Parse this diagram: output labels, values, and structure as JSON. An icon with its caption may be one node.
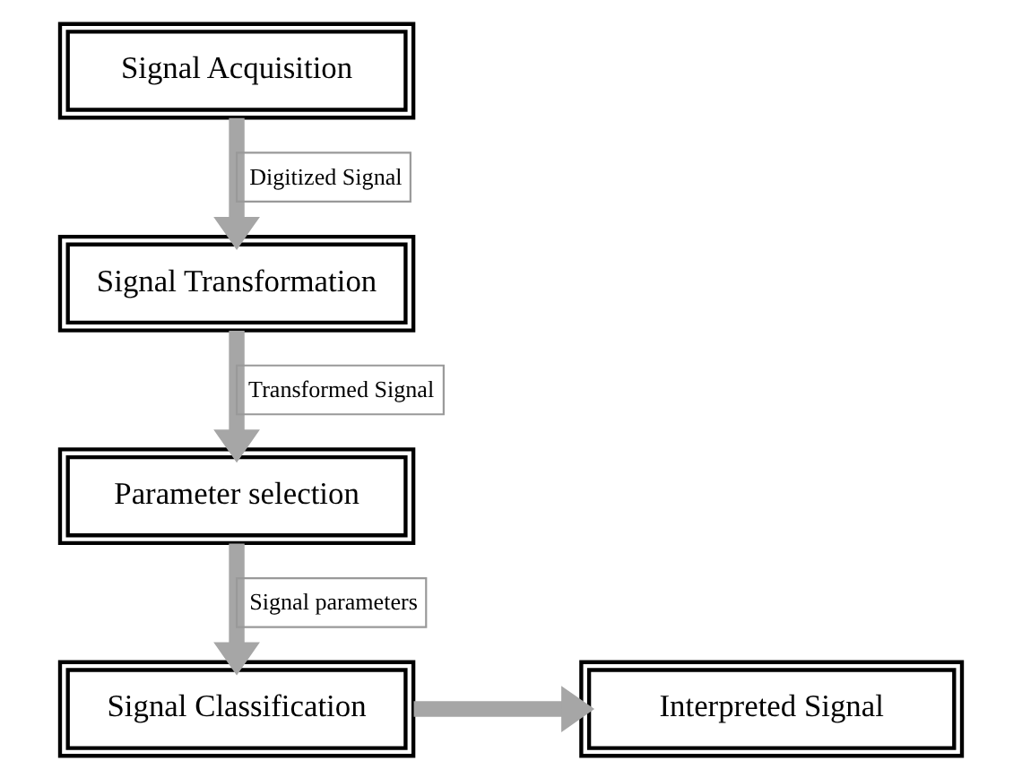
{
  "diagram": {
    "nodes": [
      {
        "text": [
          "Signal Acquisition"
        ]
      },
      {
        "text": [
          "Signal Transformation"
        ]
      },
      {
        "text": [
          "Parameter selection"
        ]
      },
      {
        "text": [
          "Signal Classification"
        ]
      },
      {
        "text": [
          "Interpreted Signal"
        ]
      }
    ],
    "edges": [
      {
        "from": 0,
        "to": 1,
        "arrow": "to",
        "label": "Digitized Signal"
      },
      {
        "from": 1,
        "to": 2,
        "arrow": "to",
        "label": "Transformed Signal"
      },
      {
        "from": 2,
        "to": 3,
        "arrow": "to",
        "label": "Signal parameters"
      },
      {
        "from": 3,
        "to": 4,
        "arrow": "to"
      }
    ]
  }
}
